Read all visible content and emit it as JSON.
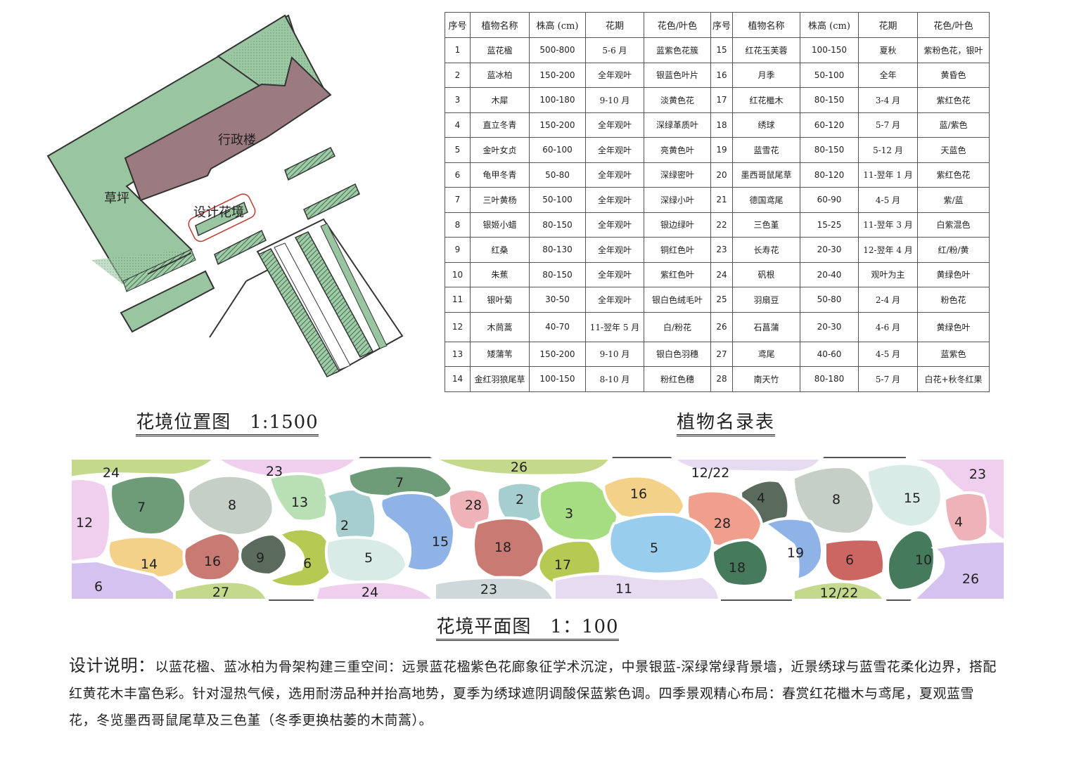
{
  "site_plan": {
    "caption": "花境位置图　1:1500",
    "labels": {
      "admin_building": "行政楼",
      "lawn": "草坪",
      "flower_border": "设计花境"
    }
  },
  "plant_table": {
    "caption": "植物名录表",
    "headers": [
      "序号",
      "植物名称",
      "株高 (cm)",
      "花期",
      "花色/叶色",
      "序号",
      "植物名称",
      "株高 (cm)",
      "花期",
      "花色/叶色"
    ],
    "rows": [
      [
        [
          "1",
          "蓝花楹",
          "500-800",
          "5-6 月",
          "蓝紫色花簇"
        ],
        [
          "15",
          "红花玉芙蓉",
          "100-150",
          "夏秋",
          "紫粉色花，银叶"
        ]
      ],
      [
        [
          "2",
          "蓝冰柏",
          "150-200",
          "全年观叶",
          "银蓝色叶片"
        ],
        [
          "16",
          "月季",
          "50-100",
          "全年",
          "黄昏色"
        ]
      ],
      [
        [
          "3",
          "木犀",
          "100-180",
          "9-10 月",
          "淡黄色花"
        ],
        [
          "17",
          "红花檵木",
          "80-150",
          "3-4 月",
          "紫红色花"
        ]
      ],
      [
        [
          "4",
          "直立冬青",
          "150-200",
          "全年观叶",
          "深绿革质叶"
        ],
        [
          "18",
          "绣球",
          "60-120",
          "5-7 月",
          "蓝/紫色"
        ]
      ],
      [
        [
          "5",
          "金叶女贞",
          "60-100",
          "全年观叶",
          "亮黄色叶"
        ],
        [
          "19",
          "蓝雪花",
          "80-150",
          "5-12 月",
          "天蓝色"
        ]
      ],
      [
        [
          "6",
          "龟甲冬青",
          "50-80",
          "全年观叶",
          "深绿密叶"
        ],
        [
          "20",
          "墨西哥鼠尾草",
          "80-120",
          "11-翌年 1 月",
          "紫红色花"
        ]
      ],
      [
        [
          "7",
          "三叶黄杨",
          "50-100",
          "全年观叶",
          "深绿小叶"
        ],
        [
          "21",
          "德国鸢尾",
          "60-90",
          "4-5 月",
          "紫/蓝"
        ]
      ],
      [
        [
          "8",
          "银姬小蜡",
          "80-150",
          "全年观叶",
          "银边绿叶"
        ],
        [
          "22",
          "三色堇",
          "15-25",
          "11-翌年 3 月",
          "白紫混色"
        ]
      ],
      [
        [
          "9",
          "红桑",
          "80-130",
          "全年观叶",
          "铜红色叶"
        ],
        [
          "23",
          "长寿花",
          "20-30",
          "12-翌年 4 月",
          "红/粉/黄"
        ]
      ],
      [
        [
          "10",
          "朱蕉",
          "80-150",
          "全年观叶",
          "紫红色叶"
        ],
        [
          "24",
          "矾根",
          "20-40",
          "观叶为主",
          "黄绿色叶"
        ]
      ],
      [
        [
          "11",
          "银叶菊",
          "30-50",
          "全年观叶",
          "银白色绒毛叶"
        ],
        [
          "25",
          "羽扇豆",
          "50-80",
          "2-4 月",
          "粉色花"
        ]
      ],
      [
        [
          "12",
          "木茼蒿",
          "40-70",
          "11-翌年 5 月",
          "白/粉花"
        ],
        [
          "26",
          "石菖蒲",
          "20-30",
          "4-6 月",
          "黄绿色叶"
        ]
      ],
      [
        [
          "13",
          "矮蒲苇",
          "150-200",
          "9-10 月",
          "银白色羽穗"
        ],
        [
          "27",
          "鸢尾",
          "40-60",
          "4-5 月",
          "蓝紫色"
        ]
      ],
      [
        [
          "14",
          "金红羽狼尾草",
          "100-150",
          "8-10 月",
          "粉红色穗"
        ],
        [
          "28",
          "南天竹",
          "80-180",
          "5-7 月",
          "白花+秋冬红果"
        ]
      ]
    ]
  },
  "planting_plan": {
    "caption": "花境平面图　1：100",
    "beds": [
      "24",
      "23",
      "26",
      "12/22",
      "23",
      "12",
      "7",
      "8",
      "13",
      "2",
      "7",
      "28",
      "2",
      "3",
      "16",
      "4",
      "8",
      "15",
      "4",
      "28",
      "14",
      "16",
      "9",
      "6",
      "5",
      "15",
      "18",
      "17",
      "5",
      "19",
      "18",
      "6",
      "10",
      "6",
      "27",
      "24",
      "23",
      "11",
      "12/22",
      "26",
      "27"
    ],
    "colors": {
      "yellow_green": "#c4d98c",
      "pink": "#f0cfee",
      "lavender": "#e6dbf0",
      "green": "#6e9c78",
      "dark_gray": "#5a6b5e",
      "sage": "#c5cfc6",
      "light_green": "#b9e0b4",
      "teal": "#a7cece",
      "rose": "#eeb2b8",
      "blue": "#8fb3e6",
      "light_blue": "#98cdee",
      "lime": "#a6dc82",
      "tan": "#f4d188",
      "salmon": "#ef9f8c",
      "brick": "#c97a72",
      "olive": "#b5c953",
      "pale_teal": "#d8ebe6",
      "gray": "#cfd8d8",
      "deep_green": "#457a5c",
      "purple": "#d5c2f0",
      "red": "#cc6662"
    }
  },
  "design_notes": {
    "lead": "设计说明：",
    "body": "以蓝花楹、蓝冰柏为骨架构建三重空间：远景蓝花楹紫色花廊象征学术沉淀，中景银蓝-深绿常绿背景墙，近景绣球与蓝雪花柔化边界，搭配红黄花木丰富色彩。针对湿热气候，选用耐涝品种并抬高地势，夏季为绣球遮阴调酸保蓝紫色调。四季景观精心布局：春赏红花檵木与鸢尾，夏观蓝雪花，冬览墨西哥鼠尾草及三色堇（冬季更换枯萎的木茼蒿）。"
  }
}
